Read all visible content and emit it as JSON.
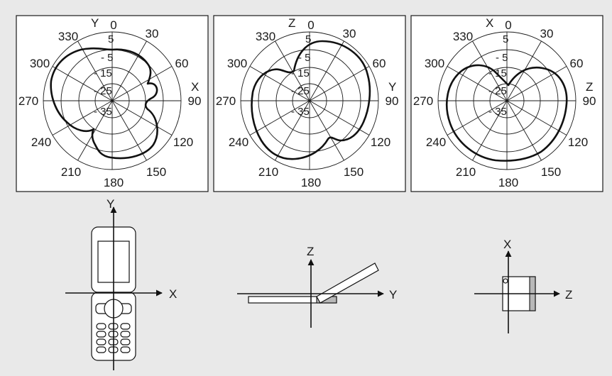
{
  "polar_plots": [
    {
      "radius_labels": [
        "5",
        "- 5",
        "- 15",
        "- 25",
        "- 35"
      ],
      "angle_labels": [
        "0",
        "30",
        "60",
        "90",
        "120",
        "150",
        "180",
        "210",
        "240",
        "270",
        "300",
        "330"
      ],
      "axis_top": "Y",
      "axis_right": "X"
    },
    {
      "radius_labels": [
        "5",
        "- 5",
        "- 15",
        "- 25",
        "- 35"
      ],
      "angle_labels": [
        "0",
        "30",
        "60",
        "90",
        "120",
        "150",
        "180",
        "210",
        "240",
        "270",
        "300",
        "330"
      ],
      "axis_top": "Z",
      "axis_right": "Y"
    },
    {
      "radius_labels": [
        "5",
        "- 5",
        "- 15",
        "- 25",
        "- 35"
      ],
      "angle_labels": [
        "0",
        "30",
        "60",
        "90",
        "120",
        "150",
        "180",
        "210",
        "240",
        "270",
        "300",
        "330"
      ],
      "axis_top": "X",
      "axis_right": "Z"
    }
  ],
  "orientations": [
    {
      "vertical_axis": "Y",
      "horizontal_axis": "X"
    },
    {
      "vertical_axis": "Z",
      "horizontal_axis": "Y"
    },
    {
      "vertical_axis": "X",
      "horizontal_axis": "Z"
    }
  ]
}
